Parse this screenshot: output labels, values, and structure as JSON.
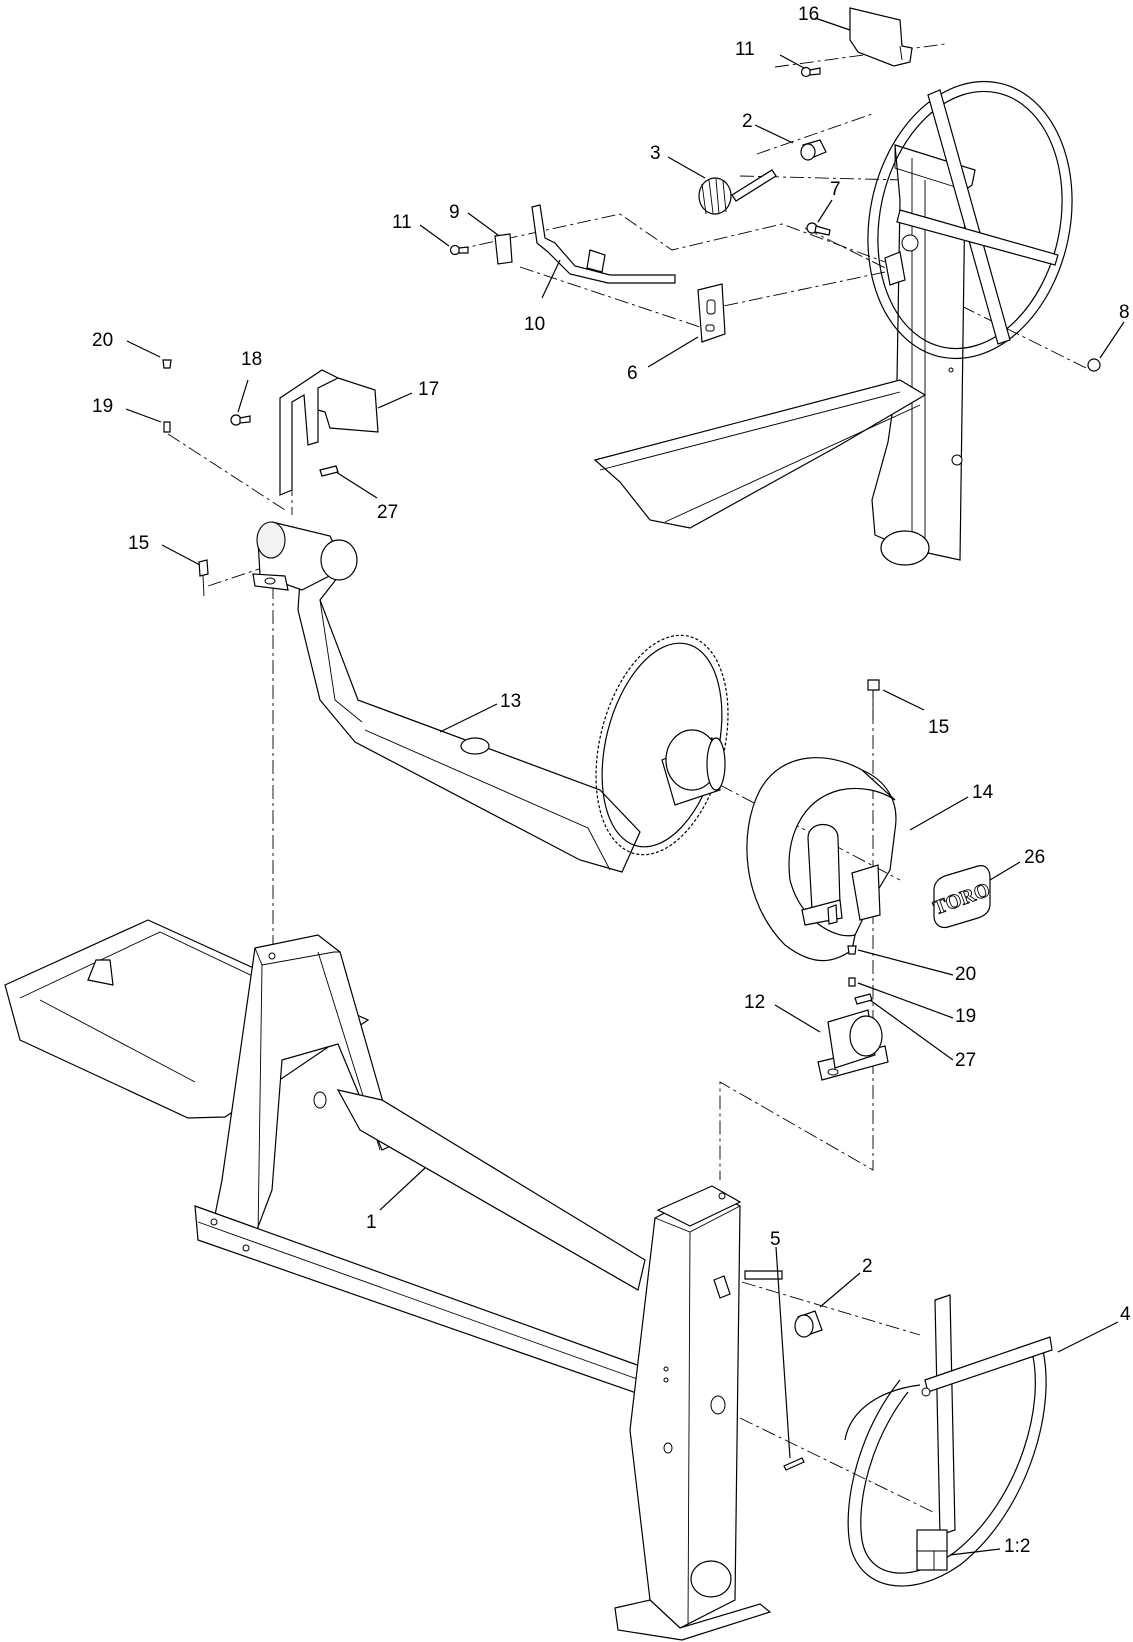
{
  "callouts": [
    {
      "id": "c16",
      "text": "16"
    },
    {
      "id": "c11a",
      "text": "11"
    },
    {
      "id": "c2a",
      "text": "2"
    },
    {
      "id": "c3",
      "text": "3"
    },
    {
      "id": "c7",
      "text": "7"
    },
    {
      "id": "c11b",
      "text": "11"
    },
    {
      "id": "c9",
      "text": "9"
    },
    {
      "id": "c10",
      "text": "10"
    },
    {
      "id": "c6",
      "text": "6"
    },
    {
      "id": "c8",
      "text": "8"
    },
    {
      "id": "c20a",
      "text": "20"
    },
    {
      "id": "c18",
      "text": "18"
    },
    {
      "id": "c17",
      "text": "17"
    },
    {
      "id": "c19a",
      "text": "19"
    },
    {
      "id": "c27a",
      "text": "27"
    },
    {
      "id": "c15a",
      "text": "15"
    },
    {
      "id": "c13",
      "text": "13"
    },
    {
      "id": "c15b",
      "text": "15"
    },
    {
      "id": "c14",
      "text": "14"
    },
    {
      "id": "c26",
      "text": "26"
    },
    {
      "id": "c20b",
      "text": "20"
    },
    {
      "id": "c12",
      "text": "12"
    },
    {
      "id": "c19b",
      "text": "19"
    },
    {
      "id": "c27b",
      "text": "27"
    },
    {
      "id": "c2b",
      "text": "2"
    },
    {
      "id": "c4",
      "text": "4"
    },
    {
      "id": "c1",
      "text": "1"
    },
    {
      "id": "c5",
      "text": "5"
    },
    {
      "id": "c1_2",
      "text": "1:2"
    }
  ],
  "decal_text": "TORO",
  "colors": {
    "line": "#000000",
    "background": "#ffffff"
  }
}
